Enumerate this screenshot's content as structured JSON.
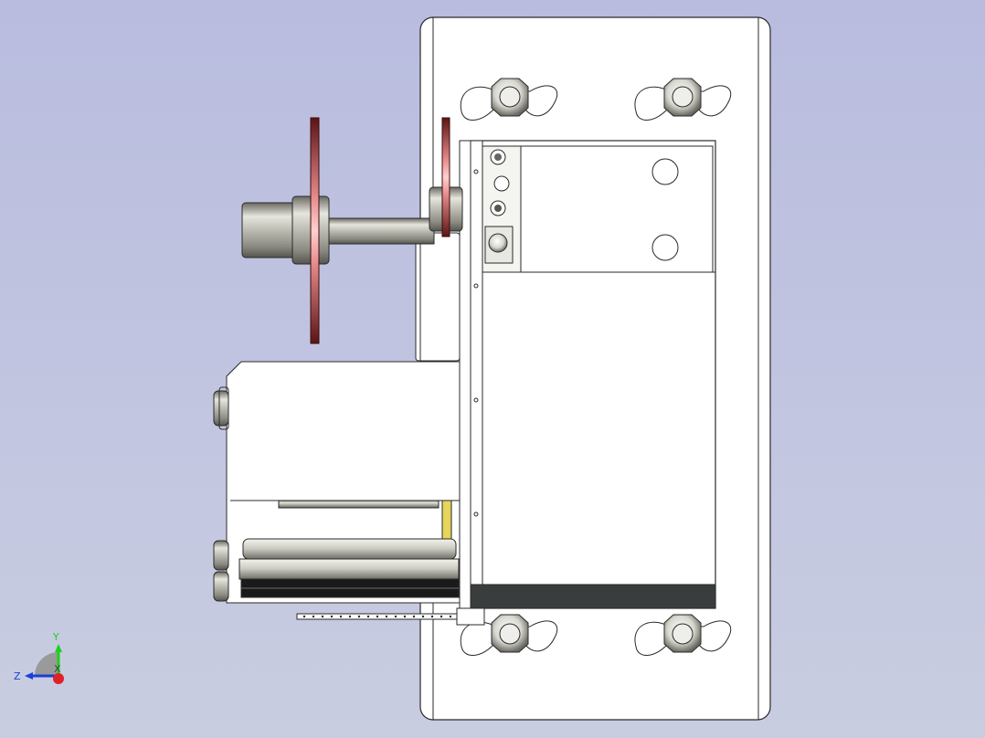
{
  "viewport": {
    "background_top": "#b9bcdf",
    "background_bottom": "#c9cde0"
  },
  "colors": {
    "part_fill": "#ffffff",
    "part_stroke": "#2a2a2a",
    "dark_band": "#3a3d3d",
    "red_disc": "#c0393b",
    "metal_mid": "#b8b8b0",
    "metal_dark": "#5a5a55"
  },
  "triad": {
    "axis_y_label": "Y",
    "axis_z_label": "Z",
    "axis_x_label": "X",
    "y_color": "#1bd11b",
    "z_color": "#1a3fd6",
    "x_color": "#e0202a"
  }
}
